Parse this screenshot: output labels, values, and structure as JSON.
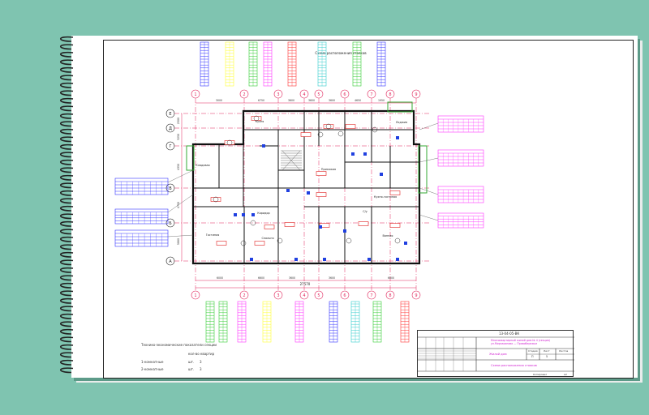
{
  "drawing": {
    "plan_title": "Схема расположения стояков",
    "grid_axes_top": [
      "1",
      "2",
      "3",
      "4",
      "5",
      "6",
      "7",
      "8",
      "9"
    ],
    "grid_axes_bottom": [
      "1",
      "2",
      "3",
      "4",
      "5",
      "6",
      "7",
      "8",
      "9"
    ],
    "grid_axes_side": [
      "Е",
      "Д",
      "Г",
      "В",
      "Б",
      "А"
    ],
    "total_dimension": "27570",
    "top_dimensions": [
      "3000",
      "6750",
      "3600",
      "3600",
      "3600",
      "4650",
      "1950"
    ],
    "bottom_dimensions": [
      "6000",
      "6600",
      "3600",
      "3600",
      "6000"
    ],
    "side_dimensions": [
      "2500",
      "3250",
      "4350",
      "4750",
      "5880"
    ],
    "rooms": [
      "Кухня",
      "Гостиная",
      "Спальня",
      "Коридор",
      "Кладовая",
      "С/у",
      "Ванная",
      "Прихожая",
      "Кухня-гостиная",
      "Лоджия"
    ],
    "colors": {
      "background": "#7fc4b0",
      "walls": "#111111",
      "axes": "#e0245a",
      "risers": [
        "#ffff33",
        "#33cc33",
        "#ff33ff",
        "#3333ff",
        "#33cccc",
        "#ff3333"
      ],
      "tables": [
        "#3333ff",
        "#ff33ff",
        "#33cccc"
      ]
    }
  },
  "notes": {
    "title": "Технико-экономические показатели секции",
    "col_count": "кол-во квартир",
    "row1_label": "1-комнатные",
    "row1_unit": "шт.",
    "row1_value": "3",
    "row2_label": "2-комнатные",
    "row2_unit": "шт.",
    "row2_value": "3"
  },
  "title_block": {
    "code": "13-04-05-ВК",
    "project": "Многоквартирный жилой дом № 4 (секция) ул.Мирзаханова — Правобережье",
    "stage_h": "Стадия",
    "sheet_h": "Лист",
    "sheets_h": "Листов",
    "stage": "П",
    "sheet": "5",
    "object": "Жилой дом",
    "drawing": "Схема расположения стояков",
    "format": "Копировал",
    "size": "А2"
  }
}
